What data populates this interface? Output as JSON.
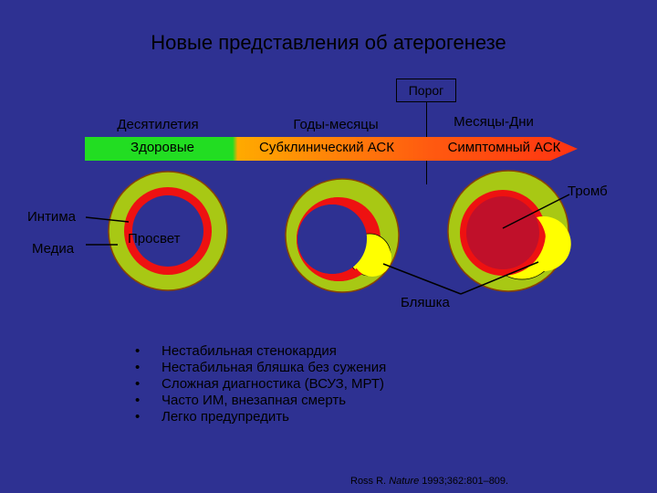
{
  "title": "Новые представления об атерогенезе",
  "threshold_label": "Порог",
  "periods": [
    "Десятилетия",
    "Годы-месяцы",
    "Месяцы-Дни"
  ],
  "stages": [
    {
      "label": "Здоровые"
    },
    {
      "label": "Субклинический АСК"
    },
    {
      "label": "Симптомный АСК"
    }
  ],
  "labels": {
    "intima": "Интима",
    "media": "Медиа",
    "lumen": "Просвет",
    "plaque": "Бляшка",
    "thrombus": "Тромб"
  },
  "bullets": [
    "Нестабильная стенокардия",
    "Нестабильная бляшка без сужения",
    "Сложная диагностика (ВСУЗ, МРТ)",
    "Часто ИМ, внезапная смерть",
    "Легко предупредить"
  ],
  "citation": {
    "authors": "Ross R.",
    "journal": "Nature",
    "details": "1993;362:801–809."
  },
  "colors": {
    "background": "#2e3192",
    "healthy": "#22dd22",
    "subclinical_start": "#ffaa00",
    "symptomatic": "#ff3311",
    "wall_outer": "#a8c814",
    "wall_inner": "#ee1111",
    "plaque": "#ffff00",
    "thrombus": "#c0102a"
  }
}
